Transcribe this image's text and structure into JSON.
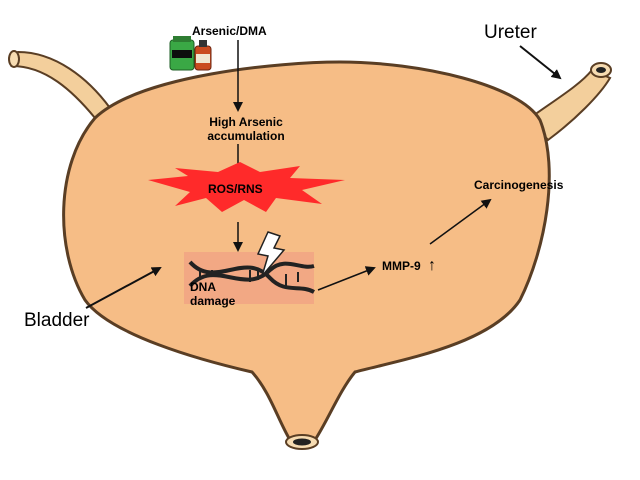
{
  "labels": {
    "arsenic_source": "Arsenic/DMA",
    "accumulation_line1": "High Arsenic",
    "accumulation_line2": "accumulation",
    "ros": "ROS/RNS",
    "dna_line1": "DNA",
    "dna_line2": "damage",
    "mmp": "MMP-9",
    "mmp_arrow": "↑",
    "carcinogenesis": "Carcinogenesis",
    "ureter": "Ureter",
    "bladder": "Bladder"
  },
  "colors": {
    "bladder_fill": "#f6bd86",
    "bladder_stroke": "#5a3e24",
    "ureter_fill": "#f3cf9c",
    "dna_box": "#f2a884",
    "ros_burst": "#ff2a2a",
    "arrow": "#111111"
  },
  "icons": [
    "bottle-icon",
    "lightning-bolt-icon",
    "dna-helix-icon"
  ]
}
